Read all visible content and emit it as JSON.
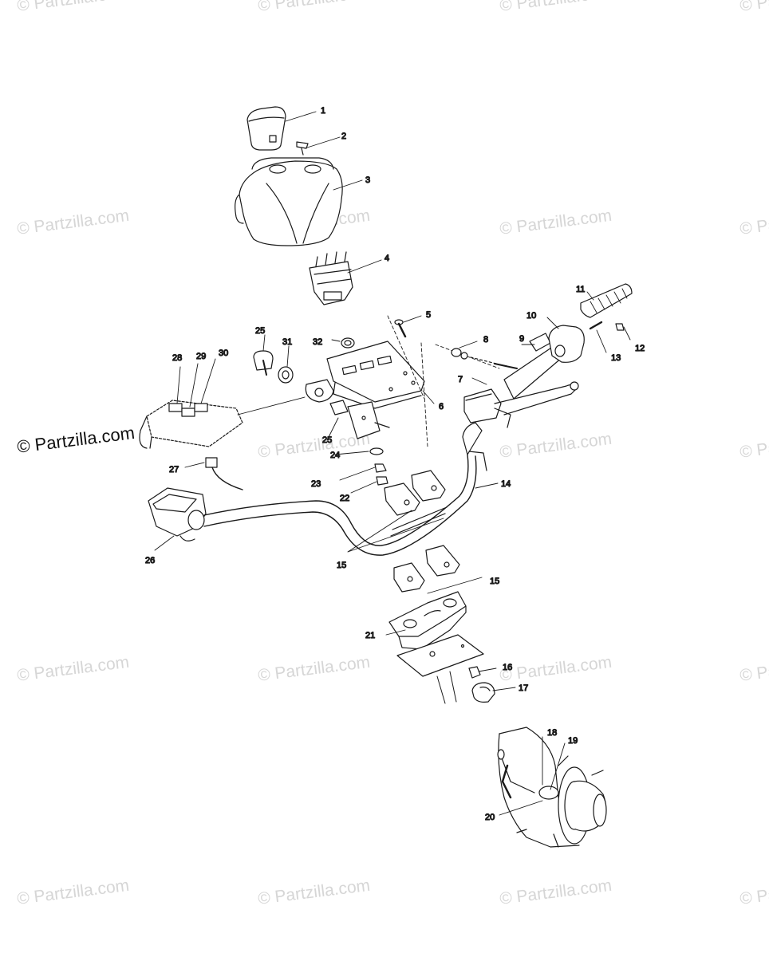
{
  "watermark": "© Partzilla.com",
  "watermark_main": "© Partzilla.com",
  "callouts": [
    "1",
    "2",
    "3",
    "4",
    "5",
    "6",
    "7",
    "8",
    "9",
    "10",
    "11",
    "12",
    "13",
    "14",
    "15",
    "15",
    "16",
    "17",
    "18",
    "19",
    "20",
    "21",
    "22",
    "23",
    "24",
    "25",
    "25",
    "26",
    "27",
    "28",
    "29",
    "30",
    "31",
    "32"
  ]
}
